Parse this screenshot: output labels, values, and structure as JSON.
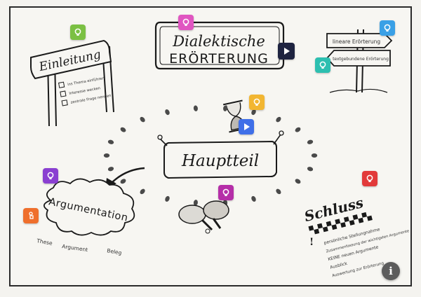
{
  "title": {
    "line1": "Dialektische",
    "line2": "ERÖRTERUNG"
  },
  "center": {
    "label": "Hauptteil"
  },
  "intro": {
    "heading": "Einleitung",
    "items": [
      "ins Thema einführen",
      "Interesse wecken",
      "zentrale Frage nennen"
    ]
  },
  "signpost": {
    "sign1": "lineare Erörterung",
    "sign2": "textgebundene Erörterung"
  },
  "argumentation": {
    "label": "Argumentation",
    "words": [
      "These",
      "Argument",
      "Beleg"
    ]
  },
  "conclusion": {
    "heading": "Schluss",
    "items": [
      "persönliche Stellungnahme",
      "Zusammenfassung der wichtigsten Argumente",
      "KEINE neuen Argumente",
      "Ausblick",
      "Auswertung zur Erörterung"
    ]
  },
  "badges": {
    "colors": {
      "green": "#7bc043",
      "pink": "#e056c1",
      "blue": "#3aa0e6",
      "teal": "#2dbfb0",
      "yellow": "#f2b632",
      "purple": "#8a3fd1",
      "magenta": "#b52ea8",
      "red": "#e23a3a",
      "orange": "#ef6f2c",
      "navy": "#1e2340",
      "video": "#3f6fe8"
    }
  },
  "info_glyph": "i"
}
